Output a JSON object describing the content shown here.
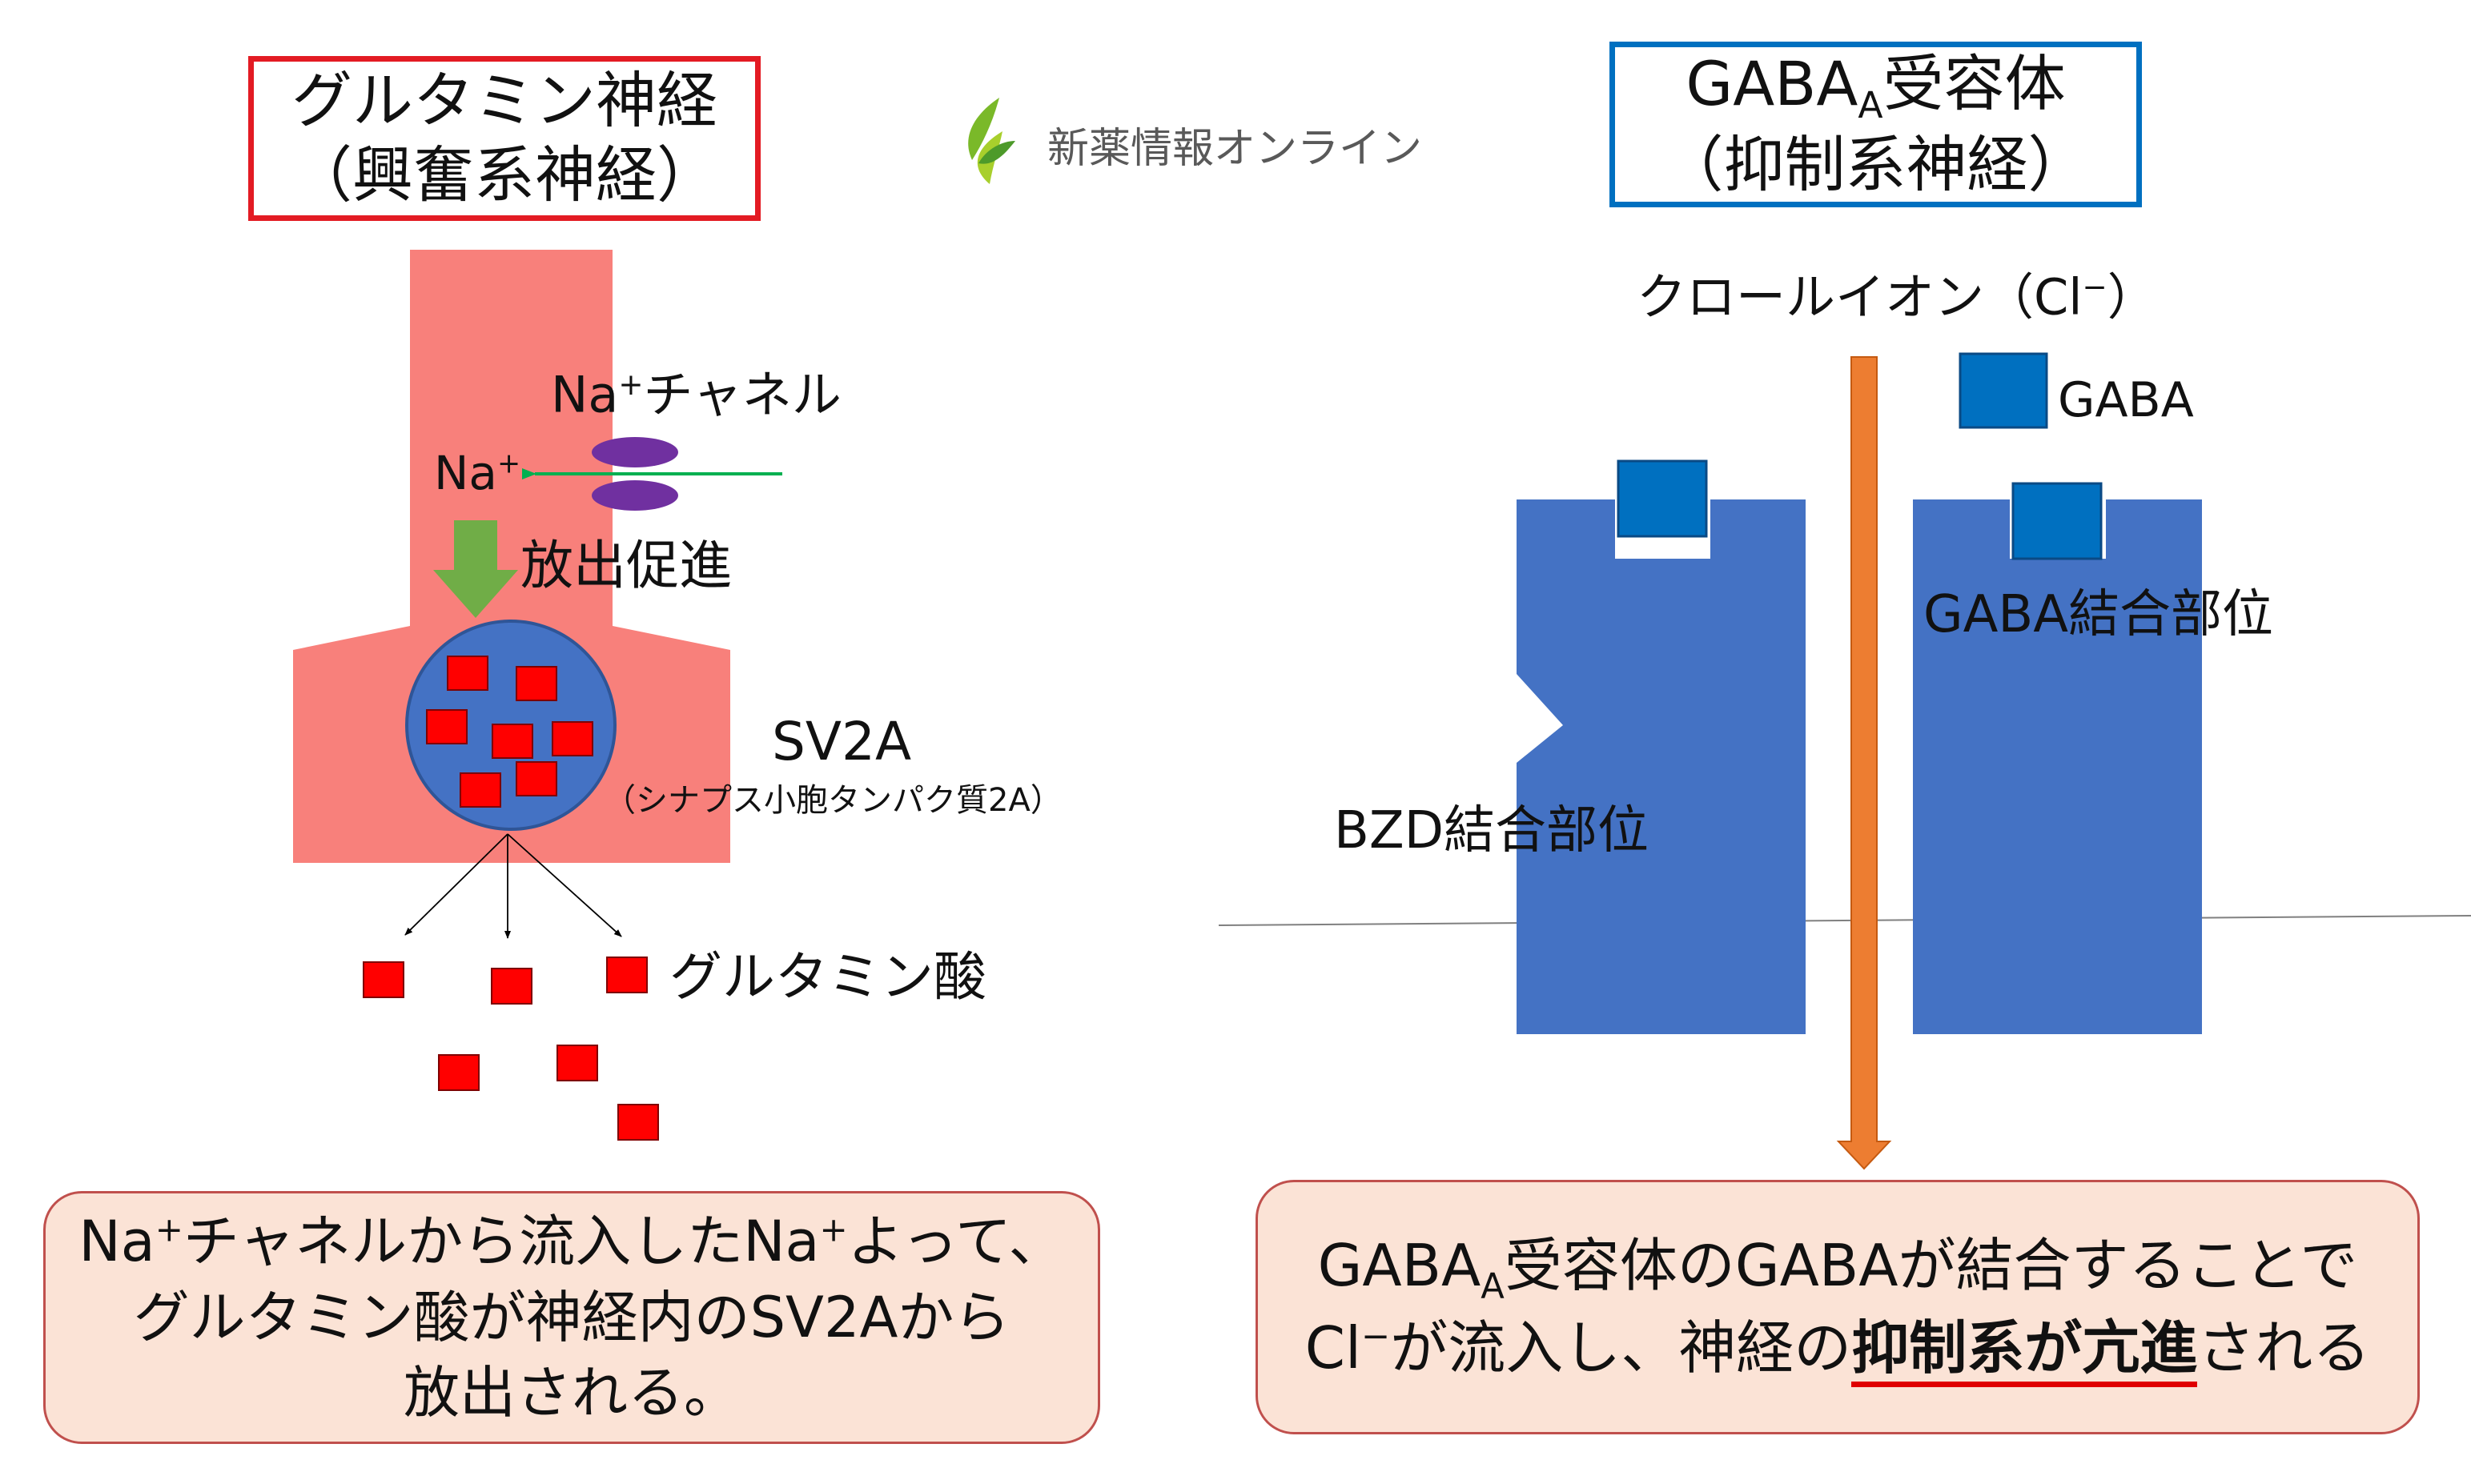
{
  "colors": {
    "neuron_fill": "#f8807b",
    "vesicle_fill": "#4472c4",
    "vesicle_stroke": "#2f5597",
    "glutamate": "#ff0000",
    "channel": "#7030a0",
    "green_arrow": "#70ad47",
    "line_arrow": "#00b050",
    "receptor": "#4472c4",
    "gaba": "#0070c0",
    "cl_arrow": "#ed7d31",
    "left_border": "#e31b23",
    "right_border": "#0070c0",
    "note_fill": "#fbe3d6",
    "note_border": "#c0504d",
    "underline": "#e00000"
  },
  "logo": {
    "icon": "leaf-logo-icon",
    "text": "新薬情報オンライン"
  },
  "left": {
    "title_line1": "グルタミン神経",
    "title_line2": "（興奮系神経）",
    "channel_label_a": "Na",
    "channel_label_sup": "+",
    "channel_label_b": "チャネル",
    "ion_label": "Na",
    "ion_sup": "+",
    "release_label": "放出促進",
    "sv2a_label": "SV2A",
    "sv2a_sub": "（シナプス小胞タンパク質2A）",
    "glutamate_label": "グルタミン酸",
    "note_line1_a": "Na",
    "note_line1_b": "チャネルから流入したNa",
    "note_line1_c": "よって、",
    "note_sup": "+",
    "note_line2": "グルタミン酸が神経内のSV2Aから",
    "note_line3": "放出される。"
  },
  "right": {
    "title_line1_a": "GABA",
    "title_line1_sub": "A",
    "title_line1_b": "受容体",
    "title_line2": "（抑制系神経）",
    "cl_label_a": "クロールイオン（Cl",
    "cl_label_sup": "−",
    "cl_label_b": "）",
    "gaba_label": "GABA",
    "gaba_site_label": "GABA結合部位",
    "bzd_site_label": "BZD結合部位",
    "note_line1_a": "GABA",
    "note_line1_sub": "A",
    "note_line1_b": "受容体のGABAが結合することで",
    "note_line2_a": "Cl",
    "note_line2_sup": "−",
    "note_line2_b": "が流入し、神経の",
    "note_line2_c": "抑制系",
    "note_line2_d": "が",
    "note_line2_e": "亢進",
    "note_line2_f": "される"
  }
}
